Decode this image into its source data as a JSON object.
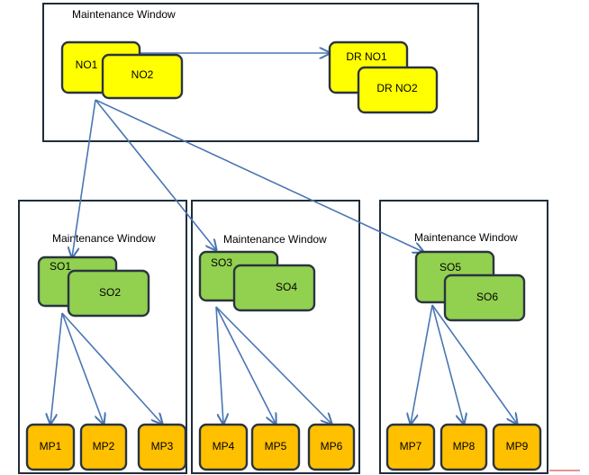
{
  "windows": [
    {
      "id": "top",
      "label": "Maintenance Window"
    },
    {
      "id": "left",
      "label": "Maintenance Window"
    },
    {
      "id": "mid",
      "label": "Maintenance Window"
    },
    {
      "id": "right",
      "label": "Maintenance Window"
    }
  ],
  "nodes": [
    {
      "id": "NO1",
      "label": "NO1",
      "kind": "primary"
    },
    {
      "id": "NO2",
      "label": "NO2",
      "kind": "primary"
    },
    {
      "id": "DR_NO1",
      "label": "DR NO1",
      "kind": "primary"
    },
    {
      "id": "DR_NO2",
      "label": "DR NO2",
      "kind": "primary"
    },
    {
      "id": "SO1",
      "label": "SO1",
      "kind": "secondary"
    },
    {
      "id": "SO2",
      "label": "SO2",
      "kind": "secondary"
    },
    {
      "id": "SO3",
      "label": "SO3",
      "kind": "secondary"
    },
    {
      "id": "SO4",
      "label": "SO4",
      "kind": "secondary"
    },
    {
      "id": "SO5",
      "label": "SO5",
      "kind": "secondary"
    },
    {
      "id": "SO6",
      "label": "SO6",
      "kind": "secondary"
    },
    {
      "id": "MP1",
      "label": "MP1",
      "kind": "leaf"
    },
    {
      "id": "MP2",
      "label": "MP2",
      "kind": "leaf"
    },
    {
      "id": "MP3",
      "label": "MP3",
      "kind": "leaf"
    },
    {
      "id": "MP4",
      "label": "MP4",
      "kind": "leaf"
    },
    {
      "id": "MP5",
      "label": "MP5",
      "kind": "leaf"
    },
    {
      "id": "MP6",
      "label": "MP6",
      "kind": "leaf"
    },
    {
      "id": "MP7",
      "label": "MP7",
      "kind": "leaf"
    },
    {
      "id": "MP8",
      "label": "MP8",
      "kind": "leaf"
    },
    {
      "id": "MP9",
      "label": "MP9",
      "kind": "leaf"
    }
  ],
  "edges": [
    {
      "from": "NO1",
      "to": "DR_NO1"
    },
    {
      "from": "NO1",
      "to": "SO1"
    },
    {
      "from": "NO1",
      "to": "SO3"
    },
    {
      "from": "NO1",
      "to": "SO5"
    },
    {
      "from": "SO1",
      "to": "MP1"
    },
    {
      "from": "SO1",
      "to": "MP2"
    },
    {
      "from": "SO1",
      "to": "MP3"
    },
    {
      "from": "SO3",
      "to": "MP4"
    },
    {
      "from": "SO3",
      "to": "MP5"
    },
    {
      "from": "SO3",
      "to": "MP6"
    },
    {
      "from": "SO5",
      "to": "MP7"
    },
    {
      "from": "SO5",
      "to": "MP8"
    },
    {
      "from": "SO5",
      "to": "MP9"
    }
  ],
  "colors": {
    "primary": "#ffff00",
    "secondary": "#92d050",
    "leaf": "#ffc000",
    "edge": "#4a76b4",
    "border": "#1e2d3a"
  }
}
